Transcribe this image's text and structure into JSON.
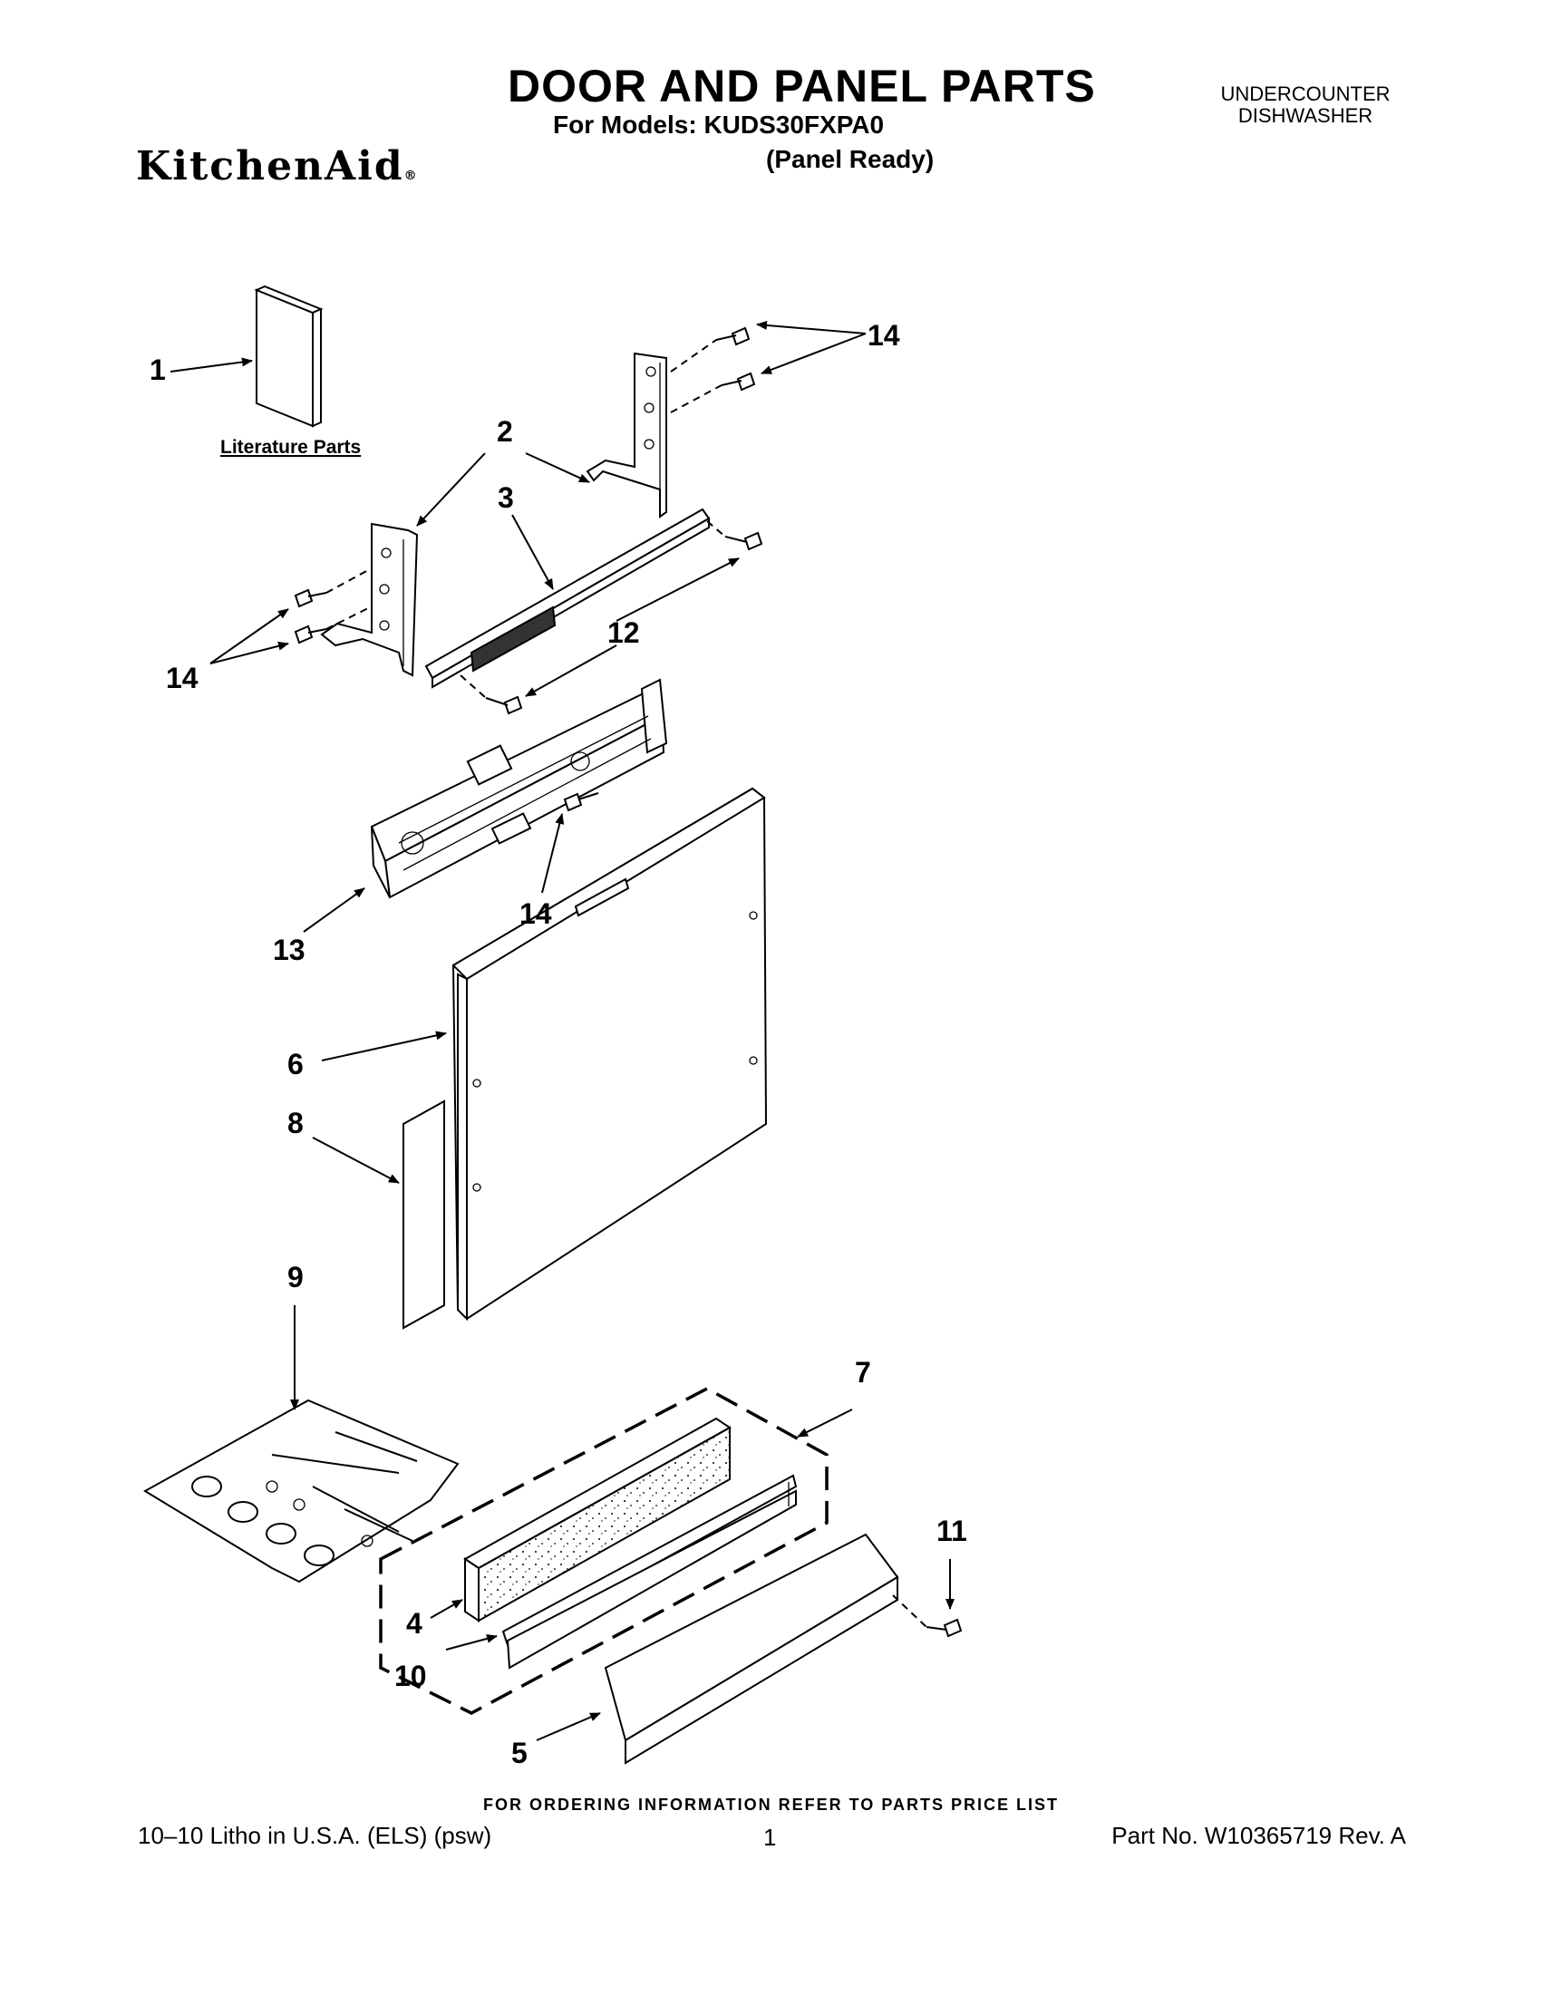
{
  "header": {
    "title": "DOOR AND PANEL PARTS",
    "models_line": "For Models: KUDS30FXPA0",
    "panel_note": "(Panel Ready)",
    "product_type_line1": "UNDERCOUNTER",
    "product_type_line2": "DISHWASHER",
    "brand_name": "KitchenAid",
    "brand_mark": "®"
  },
  "diagram": {
    "literature_label": "Literature Parts",
    "callouts": {
      "c1": "1",
      "c2": "2",
      "c3": "3",
      "c4": "4",
      "c5": "5",
      "c6": "6",
      "c7": "7",
      "c8": "8",
      "c9": "9",
      "c10": "10",
      "c11": "11",
      "c12": "12",
      "c13": "13",
      "c14a": "14",
      "c14b": "14",
      "c14c": "14"
    }
  },
  "footer": {
    "ordering_note": "FOR ORDERING INFORMATION REFER TO PARTS PRICE LIST",
    "litho": "10–10 Litho in U.S.A. (ELS) (psw)",
    "page_number": "1",
    "part_number": "Part No. W10365719 Rev. A"
  }
}
